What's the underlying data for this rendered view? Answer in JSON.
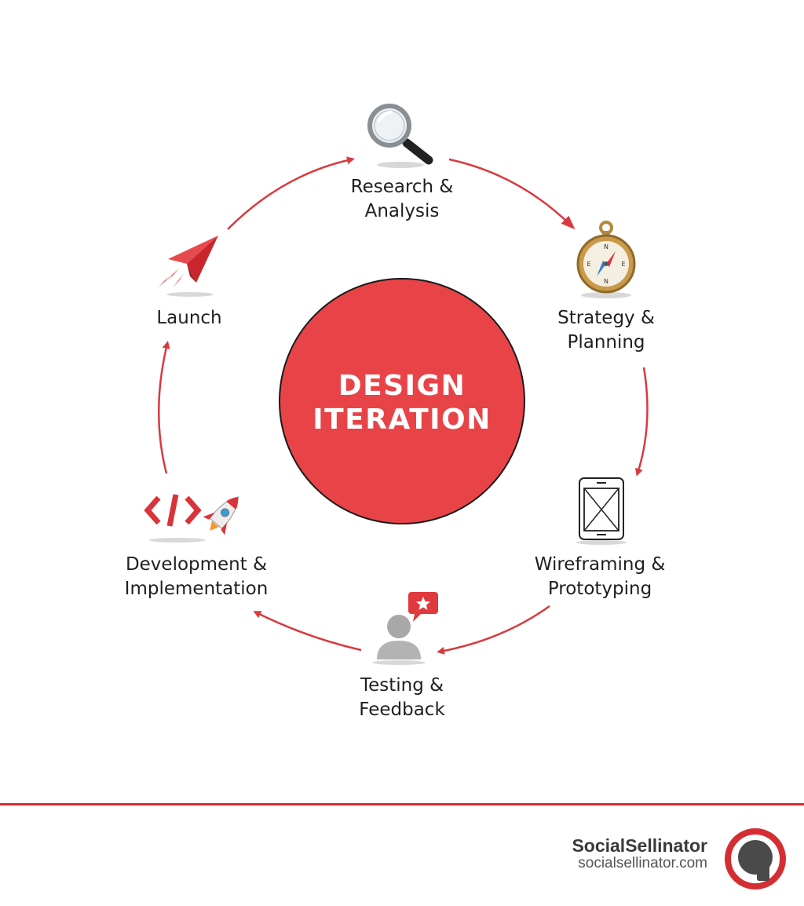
{
  "center": {
    "line1": "DESIGN",
    "line2": "ITERATION",
    "color": "#e84448"
  },
  "steps": [
    {
      "line1": "Research &",
      "line2": "Analysis",
      "icon": "magnifying-glass-icon"
    },
    {
      "line1": "Strategy &",
      "line2": "Planning",
      "icon": "compass-icon"
    },
    {
      "line1": "Wireframing &",
      "line2": "Prototyping",
      "icon": "wireframe-phone-icon"
    },
    {
      "line1": "Testing &",
      "line2": "Feedback",
      "icon": "user-feedback-icon"
    },
    {
      "line1": "Development &",
      "line2": "Implementation",
      "icon": "code-rocket-icon"
    },
    {
      "line1": "Launch",
      "line2": "",
      "icon": "paper-plane-icon"
    }
  ],
  "arrow_color": "#d93a3f",
  "footer": {
    "brand_name": "SocialSellinator",
    "brand_url": "socialsellinator.com",
    "accent_color": "#d42e33"
  }
}
